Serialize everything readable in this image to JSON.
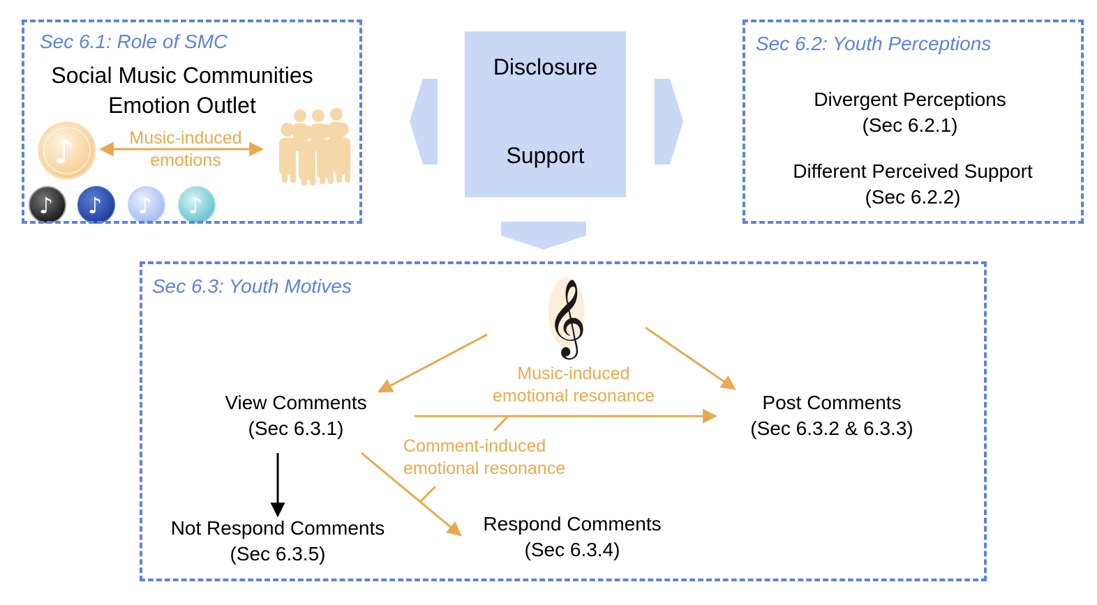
{
  "sec61": {
    "title": "Sec 6.1: Role of SMC",
    "line1": "Social Music Communities",
    "line2": "Emotion Outlet",
    "arrow_label1": "Music-induced",
    "arrow_label2": "emotions"
  },
  "center": {
    "label_top": "Disclosure",
    "label_bottom": "Support"
  },
  "sec62": {
    "title": "Sec 6.2: Youth Perceptions",
    "item1": "Divergent Perceptions",
    "item1_ref": "(Sec 6.2.1)",
    "item2": "Different Perceived Support",
    "item2_ref": "(Sec 6.2.2)"
  },
  "sec63": {
    "title": "Sec 6.3: Youth Motives",
    "view": "View Comments",
    "view_ref": "(Sec 6.3.1)",
    "post": "Post Comments",
    "post_ref": "(Sec 6.3.2 & 6.3.3)",
    "not_respond": "Not Respond Comments",
    "not_respond_ref": "(Sec 6.3.5)",
    "respond": "Respond Comments",
    "respond_ref": "(Sec 6.3.4)",
    "music_res1": "Music-induced",
    "music_res2": "emotional resonance",
    "comment_res1": "Comment-induced",
    "comment_res2": "emotional resonance"
  },
  "colors": {
    "dashed": "#5b82e0",
    "block": "#c9d8f5",
    "orange": "#e8a94e"
  },
  "icons": [
    "music-note-icon",
    "people-group-icon",
    "treble-clef-icon"
  ]
}
